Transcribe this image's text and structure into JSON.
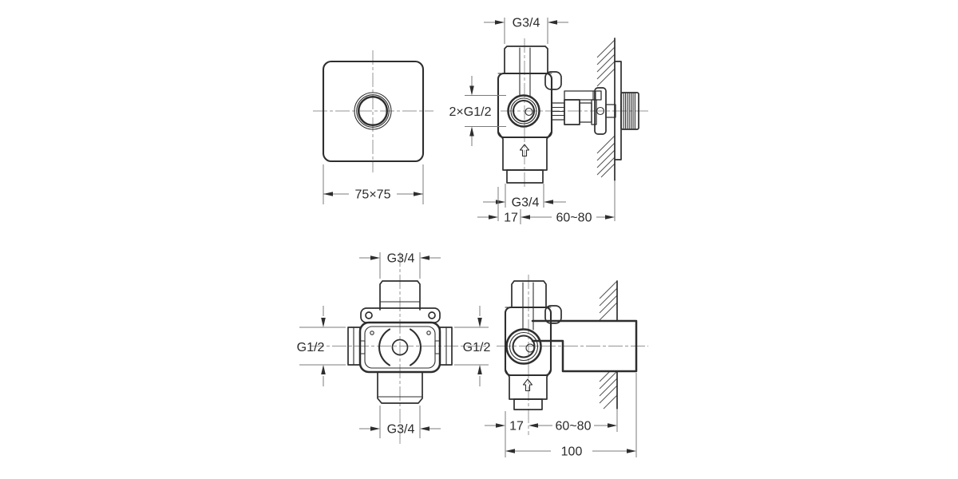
{
  "drawing": {
    "colors": {
      "background": "#ffffff",
      "outline": "#2e2e2e",
      "centerline": "#949494",
      "dimension": "#7b7b7b"
    },
    "views": {
      "trim_front": {
        "plate": "75×75"
      },
      "trim_side": {
        "top": "G3/4",
        "ports": "2×G1/2",
        "bottom": "G3/4",
        "depth": "17",
        "wall": "60~80"
      },
      "rough_front": {
        "top": "G3/4",
        "left": "G1/2",
        "right": "G1/2",
        "bottom": "G3/4"
      },
      "rough_side": {
        "depth": "17",
        "wall": "60~80",
        "total": "100"
      }
    }
  }
}
